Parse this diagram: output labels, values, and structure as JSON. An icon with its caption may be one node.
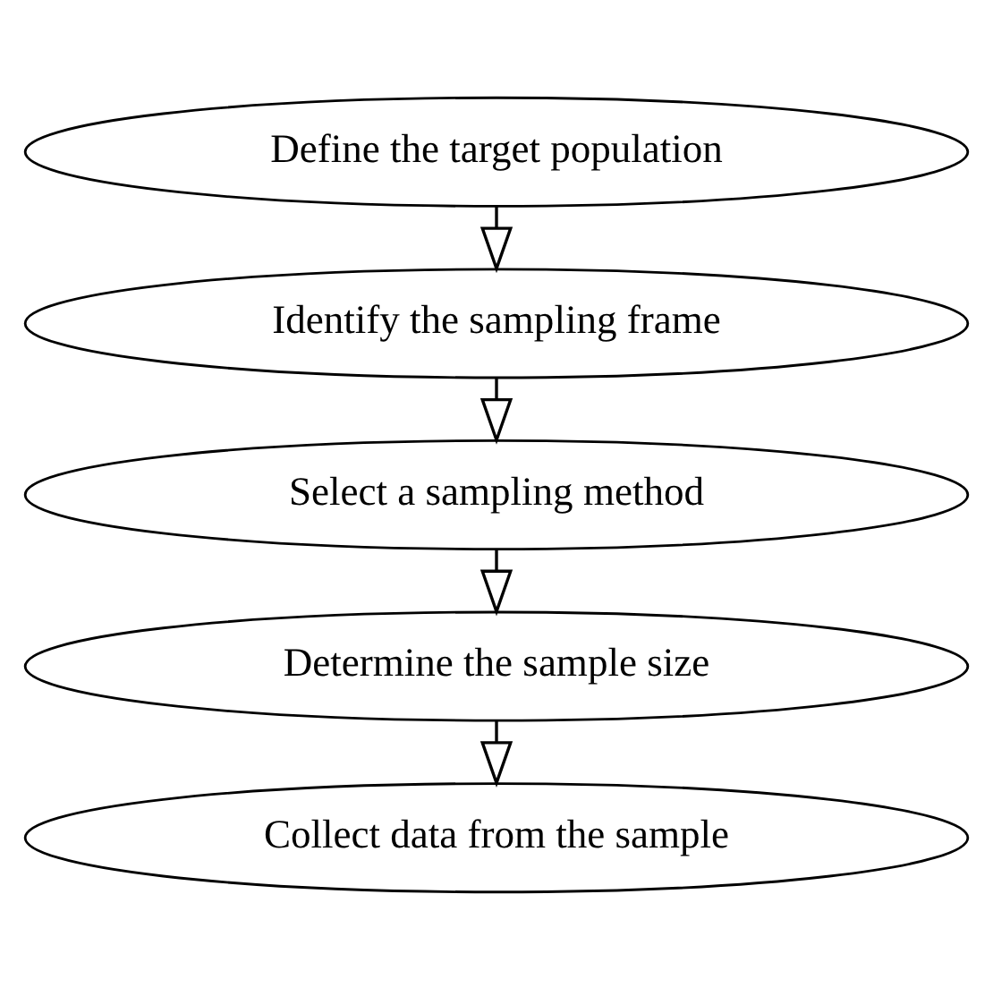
{
  "diagram": {
    "nodes": [
      {
        "text": [
          "Define the target population"
        ]
      },
      {
        "text": [
          "Identify the sampling frame"
        ]
      },
      {
        "text": [
          "Select a sampling method"
        ]
      },
      {
        "text": [
          "Determine the sample size"
        ]
      },
      {
        "text": [
          "Collect data from the sample"
        ]
      }
    ],
    "edges": [
      {
        "from": 0,
        "to": 1,
        "arrow": "to"
      },
      {
        "from": 1,
        "to": 2,
        "arrow": "to"
      },
      {
        "from": 2,
        "to": 3,
        "arrow": "to"
      },
      {
        "from": 3,
        "to": 4,
        "arrow": "to"
      }
    ]
  }
}
